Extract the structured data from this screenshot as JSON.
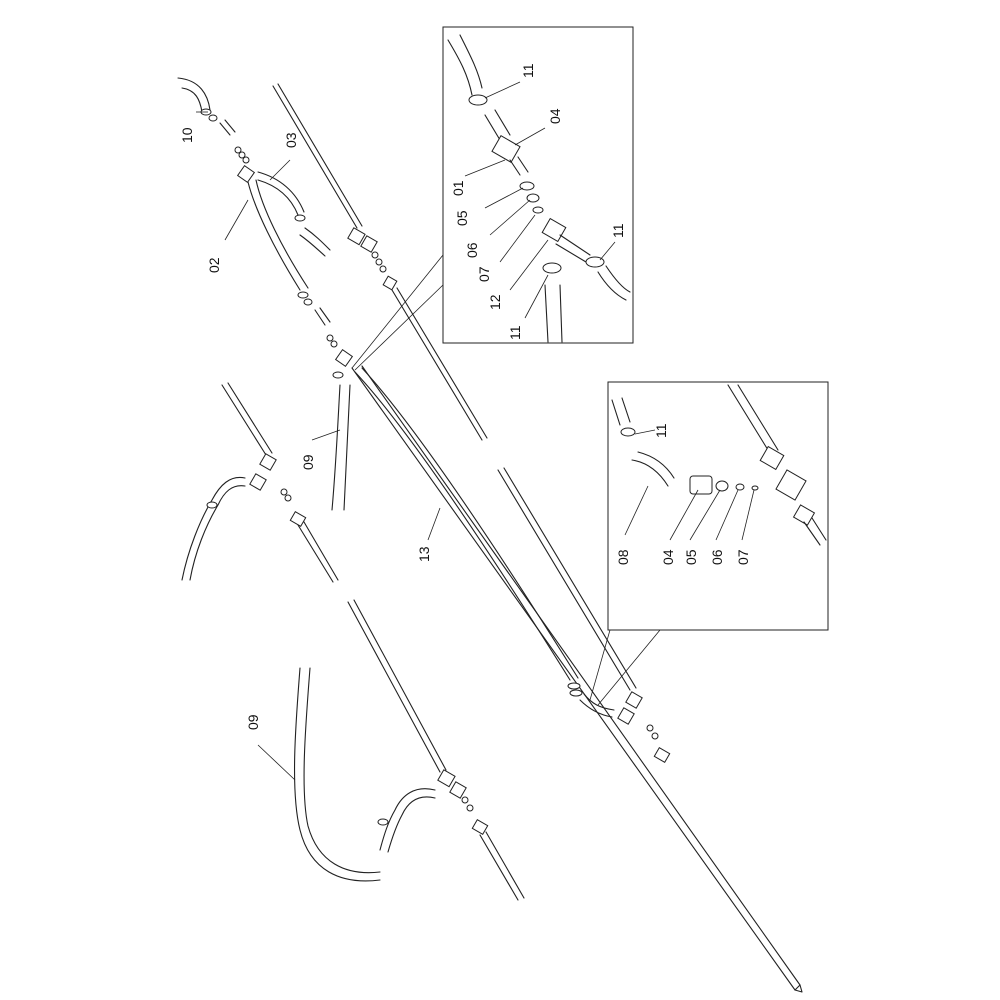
{
  "callouts": {
    "c10": "10",
    "c03": "03",
    "c02": "02",
    "c09_upper": "09",
    "c13": "13",
    "c09_lower": "09",
    "inset_top": {
      "c11_a": "11",
      "c04": "04",
      "c01": "01",
      "c05": "05",
      "c06": "06",
      "c07": "07",
      "c12": "12",
      "c11_b": "11",
      "c11_c": "11"
    },
    "inset_right": {
      "c11": "11",
      "c08": "08",
      "c04": "04",
      "c05": "05",
      "c06": "06",
      "c07": "07"
    }
  }
}
